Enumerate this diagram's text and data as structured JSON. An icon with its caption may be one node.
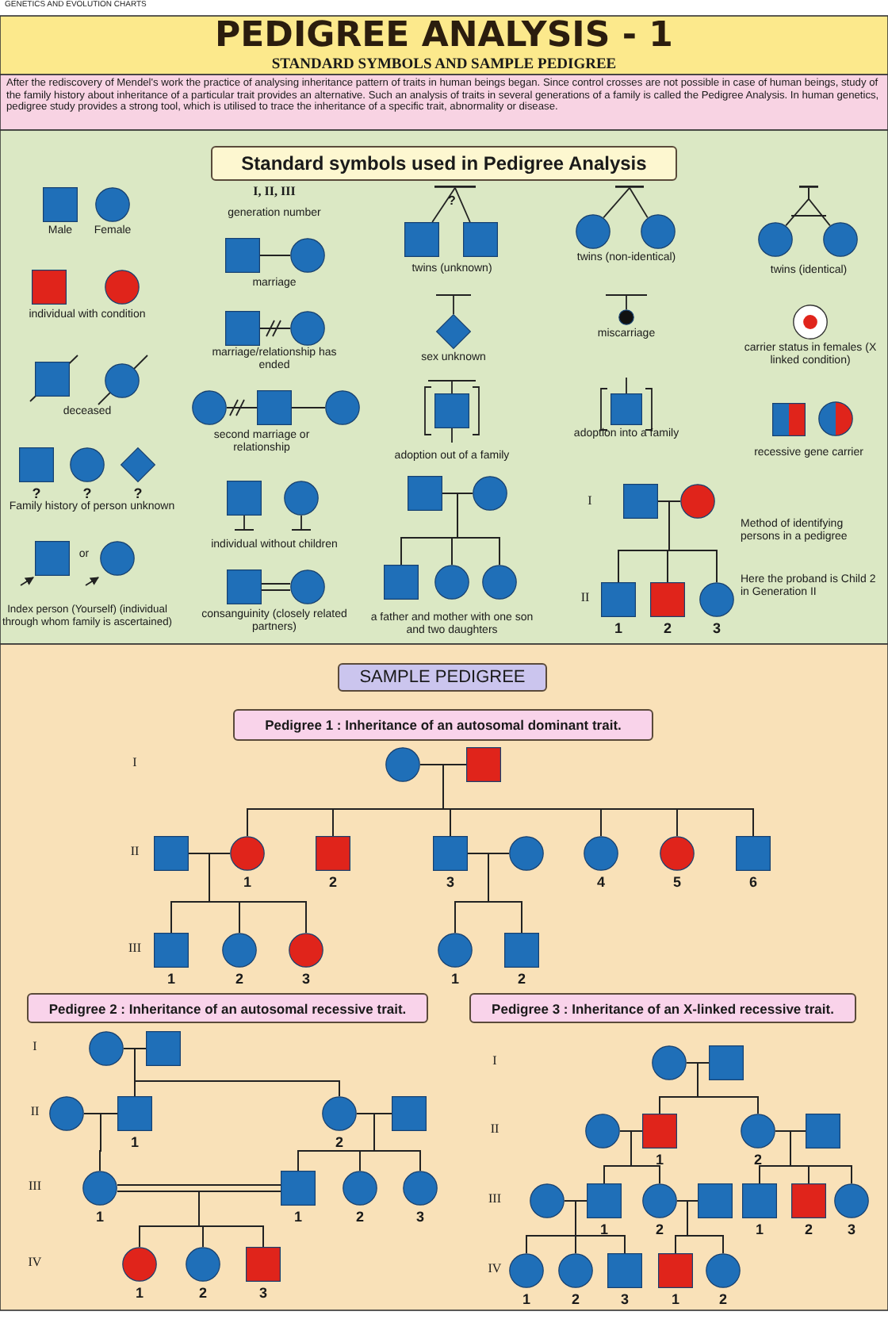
{
  "diagram": {
    "title": "PEDIGREE ANALYSIS - 1",
    "nodes": [
      {
        "text": [
          "Standard symbols used in Pedigree Analysis"
        ]
      },
      {
        "text": [],
        "shape": "box",
        "beside": [
          "Male"
        ]
      },
      {
        "text": [],
        "shape": "circle",
        "beside": [
          "Female"
        ]
      },
      {
        "text": [],
        "shape": "box"
      },
      {
        "text": [],
        "shape": "circle"
      },
      {
        "text": [],
        "shape": "box"
      },
      {
        "text": [],
        "shape": "circle"
      },
      {
        "text": [],
        "shape": "box",
        "beside": [
          "?"
        ]
      },
      {
        "text": [],
        "shape": "circle",
        "beside": [
          "?"
        ]
      },
      {
        "text": [],
        "shape": "diamond",
        "beside": [
          "?"
        ]
      },
      {
        "text": [],
        "shape": "box"
      },
      {
        "text": [],
        "shape": "circle"
      },
      {
        "text": [],
        "shape": "box"
      },
      {
        "text": [],
        "shape": "circle"
      },
      {
        "text": [],
        "shape": "box"
      },
      {
        "text": [],
        "shape": "circle"
      },
      {
        "text": [],
        "shape": "circle"
      },
      {
        "text": [],
        "shape": "box"
      },
      {
        "text": [],
        "shape": "circle"
      },
      {
        "text": [],
        "shape": "box"
      },
      {
        "text": [],
        "shape": "circle"
      },
      {
        "text": [],
        "shape": "box"
      },
      {
        "text": [],
        "shape": "circle"
      },
      {
        "text": [],
        "shape": "box"
      },
      {
        "text": [],
        "shape": "box"
      },
      {
        "text": [],
        "shape": "diamond",
        "beside": [
          "sex unknown"
        ]
      },
      {
        "text": [],
        "shape": "box",
        "beside": [
          "adoption out of a family"
        ]
      },
      {
        "text": [],
        "shape": "box"
      },
      {
        "text": [],
        "shape": "circle"
      },
      {
        "text": [],
        "shape": "box"
      },
      {
        "text": [],
        "shape": "circle"
      },
      {
        "text": [],
        "shape": "circle"
      },
      {
        "text": [],
        "shape": "circle"
      },
      {
        "text": [],
        "shape": "circle"
      },
      {
        "text": [],
        "shape": "circle",
        "beside": [
          "miscarriage"
        ]
      },
      {
        "text": [],
        "shape": "box",
        "beside": [
          "adoption into a family"
        ]
      },
      {
        "text": [],
        "shape": "box"
      },
      {
        "text": [],
        "shape": "circle"
      },
      {
        "text": [],
        "shape": "box",
        "beside": [
          "1"
        ]
      },
      {
        "text": [],
        "shape": "box",
        "beside": [
          "2"
        ]
      },
      {
        "text": [],
        "shape": "circle",
        "beside": [
          "3"
        ]
      },
      {
        "text": [],
        "shape": "circle"
      },
      {
        "text": [],
        "shape": "circle"
      },
      {
        "text": [],
        "shape": "circle",
        "beside": [
          "carrier status in females (X linked condition)"
        ]
      },
      {
        "text": [],
        "shape": "box"
      },
      {
        "text": [],
        "shape": "circle"
      },
      {
        "text": [
          "SAMPLE PEDIGREE"
        ]
      },
      {
        "text": [
          "Pedigree 1 : Inheritance of an autosomal dominant trait."
        ]
      },
      {
        "text": [],
        "shape": "circle"
      },
      {
        "text": [],
        "shape": "box"
      },
      {
        "text": [],
        "shape": "box"
      },
      {
        "text": [],
        "shape": "circle",
        "beside": [
          "1"
        ]
      },
      {
        "text": [],
        "shape": "box",
        "beside": [
          "2"
        ]
      },
      {
        "text": [],
        "shape": "box",
        "beside": [
          "3"
        ]
      },
      {
        "text": [],
        "shape": "circle"
      },
      {
        "text": [],
        "shape": "circle",
        "beside": [
          "4"
        ]
      },
      {
        "text": [],
        "shape": "circle",
        "beside": [
          "5"
        ]
      },
      {
        "text": [],
        "shape": "box",
        "beside": [
          "6"
        ]
      },
      {
        "text": [],
        "shape": "box",
        "beside": [
          "1"
        ]
      },
      {
        "text": [],
        "shape": "circle",
        "beside": [
          "2"
        ]
      },
      {
        "text": [],
        "shape": "circle",
        "beside": [
          "3"
        ]
      },
      {
        "text": [],
        "shape": "circle",
        "beside": [
          "1"
        ]
      },
      {
        "text": [],
        "shape": "box",
        "beside": [
          "2"
        ]
      },
      {
        "text": [
          "Pedigree 2 : Inheritance of an autosomal recessive trait."
        ]
      },
      {
        "text": [
          "Pedigree 3 : Inheritance of an X-linked recessive trait."
        ]
      },
      {
        "text": [],
        "shape": "circle"
      },
      {
        "text": [],
        "shape": "box"
      },
      {
        "text": [],
        "shape": "circle"
      },
      {
        "text": [],
        "shape": "box",
        "beside": [
          "1"
        ]
      },
      {
        "text": [],
        "shape": "circle",
        "beside": [
          "2"
        ]
      },
      {
        "text": [],
        "shape": "box"
      },
      {
        "text": [],
        "shape": "circle",
        "beside": [
          "1"
        ]
      },
      {
        "text": [],
        "shape": "box",
        "beside": [
          "1"
        ]
      },
      {
        "text": [],
        "shape": "circle",
        "beside": [
          "2"
        ]
      },
      {
        "text": [],
        "shape": "circle",
        "beside": [
          "3"
        ]
      },
      {
        "text": [],
        "shape": "circle",
        "beside": [
          "1"
        ]
      },
      {
        "text": [],
        "shape": "circle",
        "beside": [
          "2"
        ]
      },
      {
        "text": [],
        "shape": "box",
        "beside": [
          "3"
        ]
      },
      {
        "text": [],
        "shape": "circle"
      },
      {
        "text": [],
        "shape": "box"
      },
      {
        "text": [],
        "shape": "circle"
      },
      {
        "text": [],
        "shape": "box",
        "beside": [
          "1"
        ]
      },
      {
        "text": [],
        "shape": "circle",
        "beside": [
          "2"
        ]
      },
      {
        "text": [],
        "shape": "box"
      },
      {
        "text": [],
        "shape": "circle"
      },
      {
        "text": [],
        "shape": "box",
        "beside": [
          "1"
        ]
      },
      {
        "text": [],
        "shape": "circle",
        "beside": [
          "2"
        ]
      },
      {
        "text": [],
        "shape": "box"
      },
      {
        "text": [],
        "shape": "box",
        "beside": [
          "1"
        ]
      },
      {
        "text": [],
        "shape": "box",
        "beside": [
          "2"
        ]
      },
      {
        "text": [],
        "shape": "circle",
        "beside": [
          "3"
        ]
      },
      {
        "text": [],
        "shape": "circle",
        "beside": [
          "1"
        ]
      },
      {
        "text": [],
        "shape": "circle",
        "beside": [
          "2"
        ]
      },
      {
        "text": [],
        "shape": "box",
        "beside": [
          "3"
        ]
      },
      {
        "text": [],
        "shape": "box",
        "beside": [
          "1"
        ]
      },
      {
        "text": [],
        "shape": "circle",
        "beside": [
          "2"
        ]
      },
      {
        "text": [],
        "shape": "bar"
      },
      {
        "text": [],
        "shape": "bar"
      },
      {
        "text": [],
        "shape": "bar"
      }
    ],
    "edges": [
      {
        "from": null,
        "to": 10,
        "arrow": "to"
      },
      {
        "from": null,
        "to": 11,
        "arrow": "to"
      },
      {
        "from": 12,
        "to": 13,
        "arrow": "none"
      },
      {
        "from": 14,
        "to": 15,
        "arrow": "none"
      },
      {
        "from": 16,
        "to": 17,
        "arrow": "none"
      },
      {
        "from": 17,
        "to": 18,
        "arrow": "none"
      },
      {
        "from": 21,
        "to": 22,
        "arrow": "none"
      },
      {
        "from": 27,
        "to": 28,
        "arrow": "none"
      },
      {
        "from": 27,
        "to": 29,
        "arrow": "none"
      },
      {
        "from": 28,
        "to": 29,
        "arrow": "none"
      },
      {
        "from": 27,
        "to": 30,
        "arrow": "none"
      },
      {
        "from": 28,
        "to": 30,
        "arrow": "none"
      },
      {
        "from": 27,
        "to": 31,
        "arrow": "none"
      },
      {
        "from": 28,
        "to": 31,
        "arrow": "none"
      },
      {
        "from": 36,
        "to": 37,
        "arrow": "none"
      },
      {
        "from": 36,
        "to": 38,
        "arrow": "none"
      },
      {
        "from": 37,
        "to": 38,
        "arrow": "none"
      },
      {
        "from": 36,
        "to": 39,
        "arrow": "none"
      },
      {
        "from": 37,
        "to": 39,
        "arrow": "none"
      },
      {
        "from": 36,
        "to": 40,
        "arrow": "none"
      },
      {
        "from": 37,
        "to": 40,
        "arrow": "none"
      },
      {
        "from": 48,
        "to": 49,
        "arrow": "none"
      },
      {
        "from": 48,
        "to": 51,
        "arrow": "none"
      },
      {
        "from": 49,
        "to": 51,
        "arrow": "none"
      },
      {
        "from": 48,
        "to": 52,
        "arrow": "none"
      },
      {
        "from": 49,
        "to": 52,
        "arrow": "none"
      },
      {
        "from": 48,
        "to": 53,
        "arrow": "none"
      },
      {
        "from": 49,
        "to": 53,
        "arrow": "none"
      },
      {
        "from": 48,
        "to": 55,
        "arrow": "none"
      },
      {
        "from": 49,
        "to": 55,
        "arrow": "none"
      },
      {
        "from": 48,
        "to": 56,
        "arrow": "none"
      },
      {
        "from": 49,
        "to": 56,
        "arrow": "none"
      },
      {
        "from": 48,
        "to": 57,
        "arrow": "none"
      },
      {
        "from": 49,
        "to": 57,
        "arrow": "none"
      },
      {
        "from": 50,
        "to": 51,
        "arrow": "none"
      },
      {
        "from": 50,
        "to": 58,
        "arrow": "none"
      },
      {
        "from": 51,
        "to": 58,
        "arrow": "none"
      },
      {
        "from": 50,
        "to": 59,
        "arrow": "none"
      },
      {
        "from": 51,
        "to": 59,
        "arrow": "none"
      },
      {
        "from": 50,
        "to": 60,
        "arrow": "none"
      },
      {
        "from": 51,
        "to": 60,
        "arrow": "none"
      },
      {
        "from": 53,
        "to": 54,
        "arrow": "none"
      },
      {
        "from": 53,
        "to": 61,
        "arrow": "none"
      },
      {
        "from": 54,
        "to": 61,
        "arrow": "none"
      },
      {
        "from": 53,
        "to": 62,
        "arrow": "none"
      },
      {
        "from": 54,
        "to": 62,
        "arrow": "none"
      },
      {
        "from": 65,
        "to": 66,
        "arrow": "none"
      },
      {
        "from": 65,
        "to": 68,
        "arrow": "none"
      },
      {
        "from": 66,
        "to": 68,
        "arrow": "none"
      },
      {
        "from": 65,
        "to": 69,
        "arrow": "none"
      },
      {
        "from": 66,
        "to": 69,
        "arrow": "none"
      },
      {
        "from": 67,
        "to": 68,
        "arrow": "none"
      },
      {
        "from": 67,
        "to": 71,
        "arrow": "none"
      },
      {
        "from": 68,
        "to": 71,
        "arrow": "none"
      },
      {
        "from": 69,
        "to": 70,
        "arrow": "none"
      },
      {
        "from": 69,
        "to": 72,
        "arrow": "none"
      },
      {
        "from": 70,
        "to": 72,
        "arrow": "none"
      },
      {
        "from": 69,
        "to": 73,
        "arrow": "none"
      },
      {
        "from": 70,
        "to": 73,
        "arrow": "none"
      },
      {
        "from": 69,
        "to": 74,
        "arrow": "none"
      },
      {
        "from": 70,
        "to": 74,
        "arrow": "none"
      },
      {
        "from": 71,
        "to": 72,
        "arrow": "none"
      },
      {
        "from": 71,
        "to": 75,
        "arrow": "none"
      },
      {
        "from": 72,
        "to": 75,
        "arrow": "none"
      },
      {
        "from": 71,
        "to": 76,
        "arrow": "none"
      },
      {
        "from": 72,
        "to": 76,
        "arrow": "none"
      },
      {
        "from": 71,
        "to": 77,
        "arrow": "none"
      },
      {
        "from": 72,
        "to": 77,
        "arrow": "none"
      },
      {
        "from": 78,
        "to": 79,
        "arrow": "none"
      },
      {
        "from": 78,
        "to": 81,
        "arrow": "none"
      },
      {
        "from": 79,
        "to": 81,
        "arrow": "none"
      },
      {
        "from": 78,
        "to": 82,
        "arrow": "none"
      },
      {
        "from": 79,
        "to": 82,
        "arrow": "none"
      },
      {
        "from": 80,
        "to": 81,
        "arrow": "none"
      },
      {
        "from": 80,
        "to": 85,
        "arrow": "none"
      },
      {
        "from": 81,
        "to": 85,
        "arrow": "none"
      },
      {
        "from": 80,
        "to": 86,
        "arrow": "none"
      },
      {
        "from": 81,
        "to": 86,
        "arrow": "none"
      },
      {
        "from": 82,
        "to": 83,
        "arrow": "none"
      },
      {
        "from": 82,
        "to": 88,
        "arrow": "none"
      },
      {
        "from": 83,
        "to": 88,
        "arrow": "none"
      },
      {
        "from": 82,
        "to": 89,
        "arrow": "none"
      },
      {
        "from": 83,
        "to": 89,
        "arrow": "none"
      },
      {
        "from": 82,
        "to": 90,
        "arrow": "none"
      },
      {
        "from": 83,
        "to": 90,
        "arrow": "none"
      },
      {
        "from": 84,
        "to": 85,
        "arrow": "none"
      },
      {
        "from": 84,
        "to": 91,
        "arrow": "none"
      },
      {
        "from": 85,
        "to": 91,
        "arrow": "none"
      },
      {
        "from": 84,
        "to": 92,
        "arrow": "none"
      },
      {
        "from": 85,
        "to": 92,
        "arrow": "none"
      },
      {
        "from": 84,
        "to": 93,
        "arrow": "none"
      },
      {
        "from": 85,
        "to": 93,
        "arrow": "none"
      },
      {
        "from": 86,
        "to": 87,
        "arrow": "none"
      },
      {
        "from": 86,
        "to": 94,
        "arrow": "none"
      },
      {
        "from": 87,
        "to": 94,
        "arrow": "none"
      },
      {
        "from": 86,
        "to": 95,
        "arrow": "none"
      },
      {
        "from": 87,
        "to": 95,
        "arrow": "none"
      },
      {
        "from": 96,
        "to": 23,
        "arrow": "none"
      },
      {
        "from": 96,
        "to": 24,
        "arrow": "none"
      },
      {
        "from": 97,
        "to": 32,
        "arrow": "none"
      },
      {
        "from": 97,
        "to": 33,
        "arrow": "none"
      },
      {
        "from": 98,
        "to": 41,
        "arrow": "none"
      },
      {
        "from": 98,
        "to": 42,
        "arrow": "none"
      }
    ],
    "labels": [
      "GENETICS AND EVOLUTION CHARTS",
      "STANDARD SYMBOLS AND SAMPLE PEDIGREE",
      "After the rediscovery of Mendel's work the practice of analysing inheritance pattern of traits in human beings began. Since control crosses are not possible in case of human beings, study of the family history about inheritance of a particular trait provides an alternative. Such an analysis of traits in several generations of a family is called the Pedigree Analysis. In human genetics, pedigree study provides a strong tool, which is utilised to trace the inheritance of a specific trait, abnormality or disease.",
      "I, II, III",
      "generation number",
      "?",
      "twins (unknown)",
      "twins (non-identical)",
      "twins (identical)",
      "individual with condition",
      "marriage",
      "marriage/relationship has ended",
      "deceased",
      "second marriage or relationship",
      "recessive gene carrier",
      "Family history of person unknown",
      "individual without children",
      "I",
      "Method of identifying persons in a pedigree",
      "or",
      "II",
      "Here the proband is Child 2 in Generation II",
      "Index person (Yourself) (individual through whom family is ascertained)",
      "consanguinity (closely related partners)",
      "a father and mother with one son and two daughters",
      "I",
      "II",
      "III",
      "I",
      "I",
      "II",
      "II",
      "III",
      "III",
      "IV",
      "IV"
    ]
  }
}
